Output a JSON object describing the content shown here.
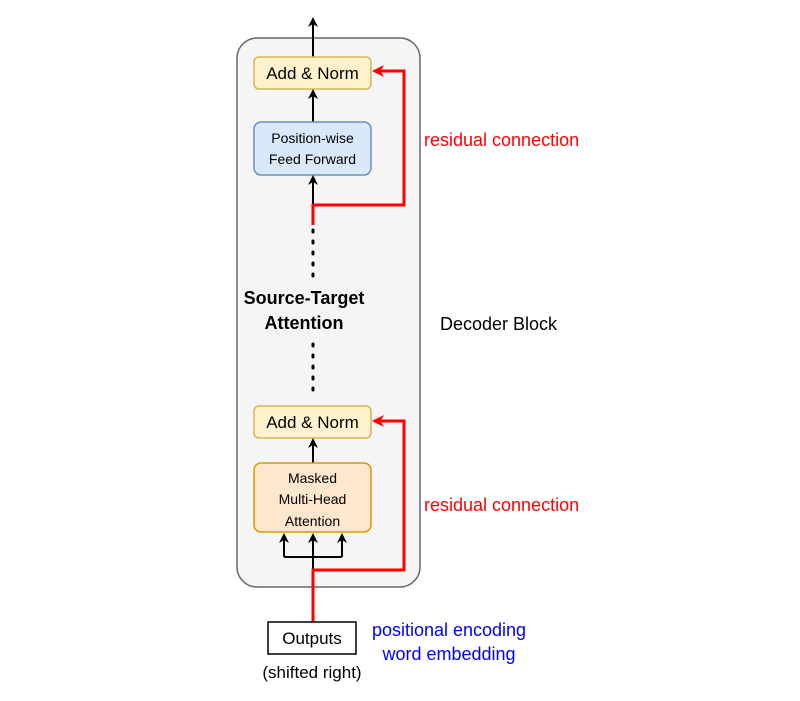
{
  "decoder": {
    "block_label": "Decoder Block",
    "add_norm_top": "Add & Norm",
    "ffn_line1": "Position-wise",
    "ffn_line2": "Feed Forward",
    "cross_attention_line1": "Source-Target",
    "cross_attention_line2": "Attention",
    "add_norm_bottom": "Add & Norm",
    "masked_line1": "Masked",
    "masked_line2": "Multi-Head",
    "masked_line3": "Attention"
  },
  "annotations": {
    "residual_top": "residual connection",
    "residual_bottom": "residual connection",
    "embed_line1": "positional encoding",
    "embed_line2": "word embedding"
  },
  "input": {
    "label": "Outputs",
    "sublabel": "(shifted right)"
  },
  "colors": {
    "residual": "#ff0000",
    "embedding_text": "#0000ff",
    "add_norm_fill": "#fff2cc",
    "add_norm_stroke": "#d6b656",
    "ffn_fill": "#dae8fc",
    "ffn_stroke": "#6c8ebf",
    "masked_fill": "#ffe6cc",
    "masked_stroke": "#d79b00",
    "block_fill": "#f5f5f5",
    "block_stroke": "#666666"
  }
}
